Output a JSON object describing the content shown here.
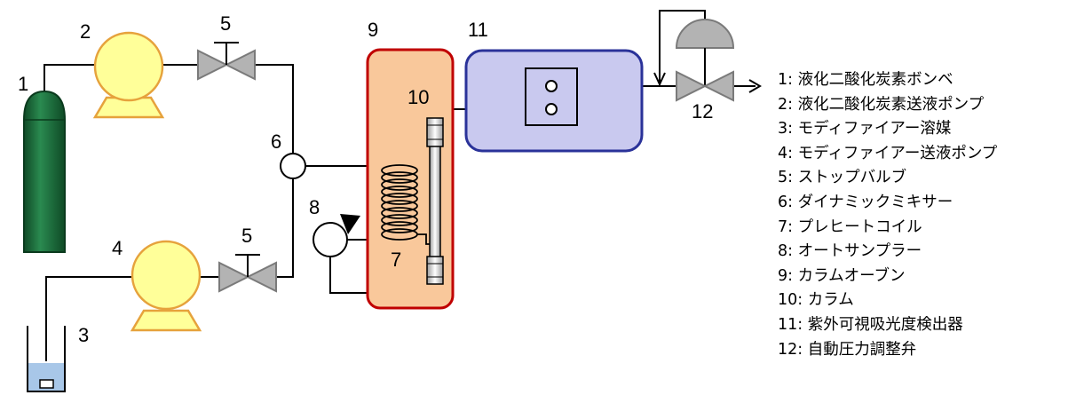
{
  "labels": {
    "n1": "1",
    "n2": "2",
    "n3": "3",
    "n4": "4",
    "n5a": "5",
    "n5b": "5",
    "n6": "6",
    "n7": "7",
    "n8": "8",
    "n9": "9",
    "n10": "10",
    "n11": "11",
    "n12": "12"
  },
  "legend": [
    "1: 液化二酸化炭素ボンベ",
    "2: 液化二酸化炭素送液ポンプ",
    "3: モディファイアー溶媒",
    "4: モディファイアー送液ポンプ",
    "5: ストップバルブ",
    "6: ダイナミックミキサー",
    "7: プレヒートコイル",
    "8: オートサンプラー",
    "9: カラムオーブン",
    "10: カラム",
    "11: 紫外可視吸光度検出器",
    "12: 自動圧力調整弁"
  ],
  "colors": {
    "cylinder": "#1e6b3c",
    "pump": "#ffff99",
    "pump_stroke": "#e6a23c",
    "valve": "#b3b3b3",
    "oven_fill": "#f9c89b",
    "oven_stroke": "#c00000",
    "detector_fill": "#c9c9ef",
    "detector_stroke": "#2a3299",
    "solvent": "#a8c7e8"
  }
}
